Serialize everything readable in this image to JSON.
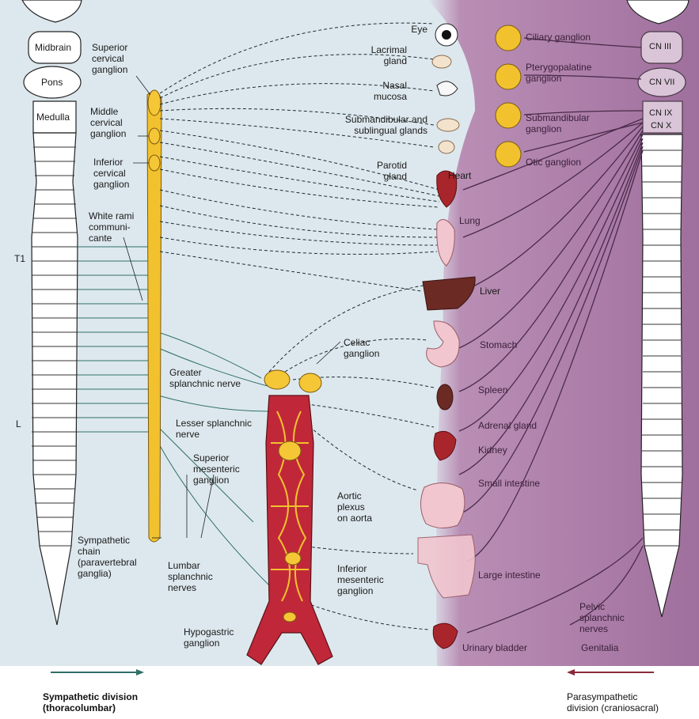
{
  "brain_labels": {
    "midbrain": "Midbrain",
    "pons": "Pons",
    "medulla": "Medulla"
  },
  "spinal_markers": {
    "t1": "T1",
    "l": "L"
  },
  "sympathetic_labels": {
    "superior_cervical": "Superior\ncervical\nganglion",
    "middle_cervical": "Middle\ncervical\nganglion",
    "inferior_cervical": "Inferior\ncervical\nganglion",
    "white_rami": "White rami\ncommuni-\ncante",
    "greater_splanchnic": "Greater\nsplanchnic nerve",
    "lesser_splanchnic": "Lesser splanchnic\nnerve",
    "superior_mesenteric": "Superior\nmesenteric\nganglion",
    "sympathetic_chain": "Sympathetic\nchain\n(paravertebral\nganglia)",
    "lumbar_splanchnic": "Lumbar\nsplanchnic\nnerves",
    "hypogastric": "Hypogastric\nganglion",
    "celiac": "Celiac\nganglion",
    "aortic_plexus": "Aortic\nplexus\non aorta",
    "inferior_mesenteric": "Inferior\nmesenteric\nganglion"
  },
  "organ_labels": {
    "eye": "Eye",
    "lacrimal": "Lacrimal\ngland",
    "nasal": "Nasal\nmucosa",
    "submandibular": "Submandibular and\nsublingual glands",
    "parotid": "Parotid\ngland",
    "heart": "Heart",
    "lung": "Lung",
    "liver": "Liver",
    "stomach": "Stomach",
    "spleen": "Spleen",
    "adrenal": "Adrenal gland",
    "kidney": "Kidney",
    "small_intestine": "Small intestine",
    "large_intestine": "Large intestine",
    "bladder": "Urinary bladder"
  },
  "parasympathetic_labels": {
    "cn3": "CN III",
    "cn7": "CN VII",
    "cn9": "CN IX",
    "cn10": "CN X",
    "ciliary": "Ciliary ganglion",
    "pterygopalatine": "Pterygopalatine\nganglion",
    "submandibular_ganglion": "Submandibular\nganglion",
    "otic": "Otic ganglion",
    "pelvic_splanchnic": "Pelvic\nsplanchnic\nnerves",
    "genitalia": "Genitalia"
  },
  "footer": {
    "sympathetic": "Sympathetic division\n(thoracolumbar)",
    "parasympathetic": "Parasympathetic\ndivision (craniosacral)"
  },
  "colors": {
    "background_left": "#dfe9ee",
    "background_right": "#b07ca8",
    "chain_yellow": "#f2c12e",
    "organ_red": "#a8262b",
    "nerve_green": "#2f6f68",
    "parasym_nerve": "#4a2a4a"
  }
}
